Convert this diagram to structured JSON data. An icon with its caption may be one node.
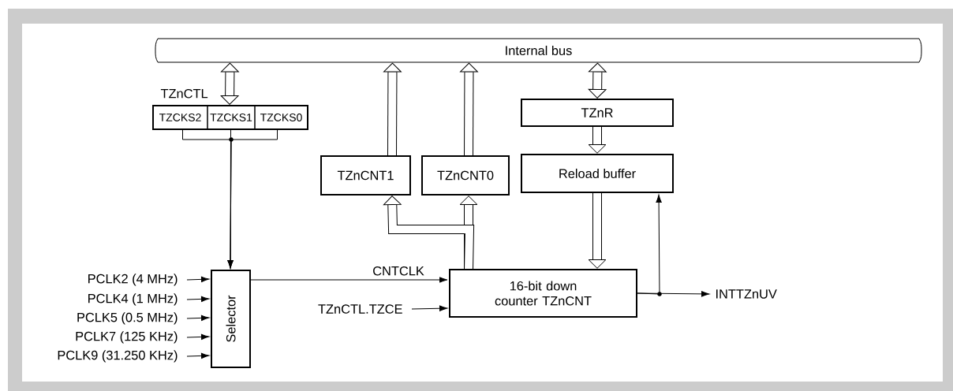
{
  "diagram": {
    "nodes": [
      {
        "text": [
          "Internal bus"
        ]
      },
      {
        "text": [
          "TZnCTL"
        ]
      },
      {
        "text": [
          "TZCKS2"
        ],
        "in": 1
      },
      {
        "text": [
          "TZCKS1"
        ],
        "in": 1
      },
      {
        "text": [
          "TZCKS0"
        ],
        "in": 1
      },
      {
        "text": [
          "TZnCNT1"
        ]
      },
      {
        "text": [
          "TZnCNT0"
        ]
      },
      {
        "text": [
          "TZnR"
        ]
      },
      {
        "text": [
          "Reload buffer"
        ]
      },
      {
        "text": [
          "Selector"
        ]
      },
      {
        "text": [
          "16-bit down counter TZnCNT"
        ]
      },
      {
        "text": [
          "PCLK2 (4 MHz)"
        ]
      },
      {
        "text": [
          "PCLK4 (1  MHz)"
        ]
      },
      {
        "text": [
          "PCLK5 (0.5 MHz)"
        ]
      },
      {
        "text": [
          "PCLK7 (125 KHz)"
        ]
      },
      {
        "text": [
          "PCLK9 (31.250 KHz)"
        ]
      },
      {
        "text": [
          "TZnCTL.TZCE"
        ]
      },
      {
        "text": [
          "INTTZnUV"
        ]
      }
    ],
    "edges": [
      {
        "from": 0,
        "to": 1,
        "arrow": "both",
        "style": "thick"
      },
      {
        "from": 5,
        "to": 0,
        "arrow": "to",
        "style": "thick"
      },
      {
        "from": 6,
        "to": 0,
        "arrow": "to",
        "style": "thick"
      },
      {
        "from": 0,
        "to": 7,
        "arrow": "both",
        "style": "thick"
      },
      {
        "from": 7,
        "to": 8,
        "arrow": "to",
        "style": "thick"
      },
      {
        "from": 8,
        "to": 10,
        "arrow": "to",
        "style": "thick"
      },
      {
        "from": 10,
        "to": 5,
        "arrow": "to",
        "style": "thick"
      },
      {
        "from": 10,
        "to": 6,
        "arrow": "to",
        "style": "thick"
      },
      {
        "from": 2,
        "to": 9,
        "arrow": "to"
      },
      {
        "from": 3,
        "to": 9,
        "arrow": "to"
      },
      {
        "from": 4,
        "to": 9,
        "arrow": "to"
      },
      {
        "from": 9,
        "to": 10,
        "arrow": "to",
        "label": "CNTCLK"
      },
      {
        "from": 11,
        "to": 9,
        "arrow": "to"
      },
      {
        "from": 12,
        "to": 9,
        "arrow": "to"
      },
      {
        "from": 13,
        "to": 9,
        "arrow": "to"
      },
      {
        "from": 14,
        "to": 9,
        "arrow": "to"
      },
      {
        "from": 15,
        "to": 9,
        "arrow": "to"
      },
      {
        "from": 16,
        "to": 10,
        "arrow": "to"
      },
      {
        "from": 10,
        "to": 17,
        "arrow": "to"
      },
      {
        "from": 10,
        "to": 8,
        "arrow": "to"
      }
    ]
  }
}
